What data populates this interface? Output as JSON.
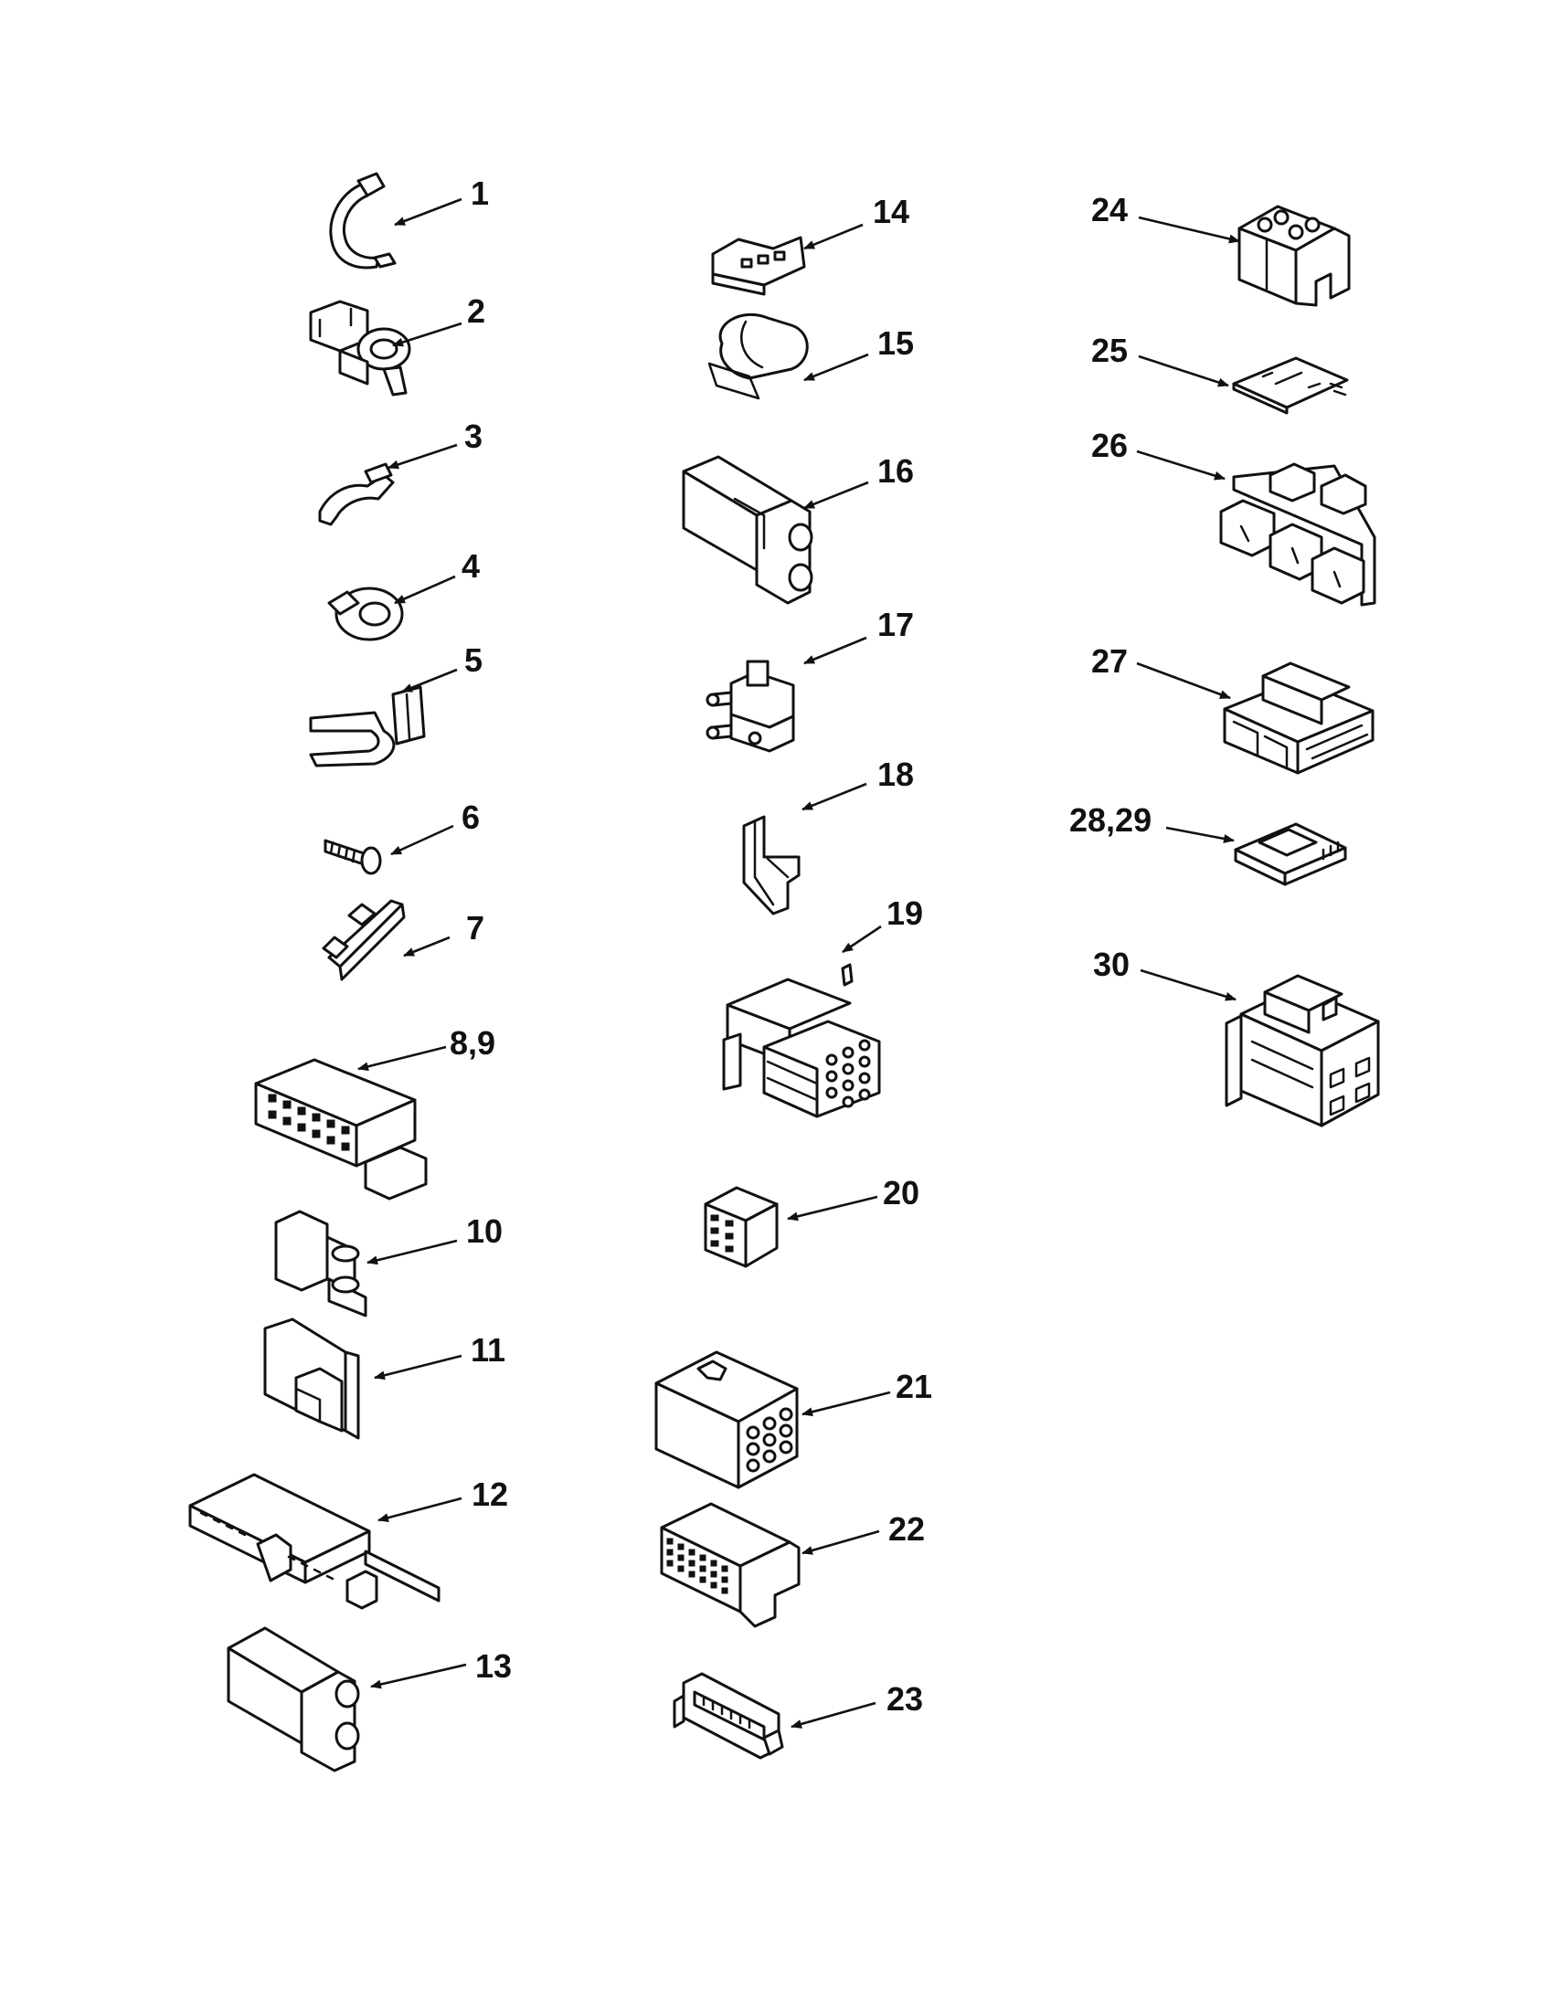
{
  "diagram": {
    "colors": {
      "ink": "#111111",
      "paper": "#ffffff"
    },
    "callouts": [
      {
        "id": "1",
        "label": "1",
        "part": "wire-clip"
      },
      {
        "id": "2",
        "label": "2",
        "part": "wire-clamp"
      },
      {
        "id": "3",
        "label": "3",
        "part": "wire-retainer"
      },
      {
        "id": "4",
        "label": "4",
        "part": "ring-clip"
      },
      {
        "id": "5",
        "label": "5",
        "part": "harness-clip"
      },
      {
        "id": "6",
        "label": "6",
        "part": "screw"
      },
      {
        "id": "7",
        "label": "7",
        "part": "wire-tie-mount"
      },
      {
        "id": "8-9",
        "label": "8,9",
        "part": "multi-pin-housing"
      },
      {
        "id": "10",
        "label": "10",
        "part": "terminal-housing"
      },
      {
        "id": "11",
        "label": "11",
        "part": "connector-housing"
      },
      {
        "id": "12",
        "label": "12",
        "part": "terminal-strip"
      },
      {
        "id": "13",
        "label": "13",
        "part": "two-way-housing"
      },
      {
        "id": "14",
        "label": "14",
        "part": "small-connector"
      },
      {
        "id": "15",
        "label": "15",
        "part": "insulator-sleeve"
      },
      {
        "id": "16",
        "label": "16",
        "part": "two-way-housing"
      },
      {
        "id": "17",
        "label": "17",
        "part": "pin-connector"
      },
      {
        "id": "18",
        "label": "18",
        "part": "bracket-clip"
      },
      {
        "id": "19",
        "label": "19",
        "part": "twelve-pin-connector"
      },
      {
        "id": "20",
        "label": "20",
        "part": "mini-connector"
      },
      {
        "id": "21",
        "label": "21",
        "part": "nine-pin-block"
      },
      {
        "id": "22",
        "label": "22",
        "part": "grid-connector"
      },
      {
        "id": "23",
        "label": "23",
        "part": "edge-connector"
      },
      {
        "id": "24",
        "label": "24",
        "part": "terminal-block"
      },
      {
        "id": "25",
        "label": "25",
        "part": "circuit-plate"
      },
      {
        "id": "26",
        "label": "26",
        "part": "relay-board"
      },
      {
        "id": "27",
        "label": "27",
        "part": "connector-header"
      },
      {
        "id": "28-29",
        "label": "28,29",
        "part": "latch-connector"
      },
      {
        "id": "30",
        "label": "30",
        "part": "relay-housing"
      }
    ]
  }
}
